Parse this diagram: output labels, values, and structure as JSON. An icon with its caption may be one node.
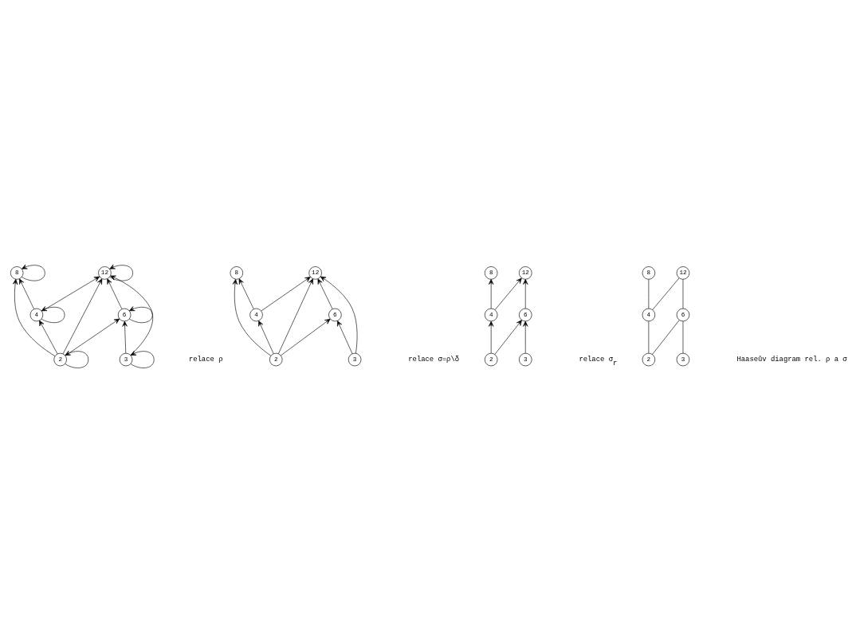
{
  "diagram": {
    "nodes": [
      {
        "text": [
          "8"
        ]
      },
      {
        "text": [
          "12"
        ]
      },
      {
        "text": [
          "4"
        ]
      },
      {
        "text": [
          "6"
        ]
      },
      {
        "text": [
          "2"
        ]
      },
      {
        "text": [
          "3"
        ]
      },
      {
        "text": [
          "8"
        ]
      },
      {
        "text": [
          "12"
        ]
      },
      {
        "text": [
          "4"
        ]
      },
      {
        "text": [
          "6"
        ]
      },
      {
        "text": [
          "2"
        ]
      },
      {
        "text": [
          "3"
        ]
      },
      {
        "text": [
          "8"
        ]
      },
      {
        "text": [
          "12"
        ]
      },
      {
        "text": [
          "4"
        ]
      },
      {
        "text": [
          "6"
        ]
      },
      {
        "text": [
          "2"
        ]
      },
      {
        "text": [
          "3"
        ]
      },
      {
        "text": [
          "8"
        ]
      },
      {
        "text": [
          "12"
        ]
      },
      {
        "text": [
          "4"
        ]
      },
      {
        "text": [
          "6"
        ]
      },
      {
        "text": [
          "2"
        ]
      },
      {
        "text": [
          "3"
        ]
      }
    ],
    "edges": [
      {
        "from": 0,
        "to": 0,
        "arrow": "to"
      },
      {
        "from": 1,
        "to": 1,
        "arrow": "to"
      },
      {
        "from": 2,
        "to": 2,
        "arrow": "to"
      },
      {
        "from": 3,
        "to": 3,
        "arrow": "to"
      },
      {
        "from": 4,
        "to": 4,
        "arrow": "to"
      },
      {
        "from": 5,
        "to": 5,
        "arrow": "to"
      },
      {
        "from": 2,
        "to": 0,
        "arrow": "to"
      },
      {
        "from": 4,
        "to": 2,
        "arrow": "to"
      },
      {
        "from": 2,
        "to": 1,
        "arrow": "to"
      },
      {
        "from": 4,
        "to": 1,
        "arrow": "to"
      },
      {
        "from": 4,
        "to": 3,
        "arrow": "to"
      },
      {
        "from": 3,
        "to": 1,
        "arrow": "to"
      },
      {
        "from": 5,
        "to": 3,
        "arrow": "to"
      },
      {
        "from": 4,
        "to": 0,
        "arrow": "to"
      },
      {
        "from": 5,
        "to": 1,
        "arrow": "to"
      },
      {
        "from": 8,
        "to": 6,
        "arrow": "to"
      },
      {
        "from": 10,
        "to": 8,
        "arrow": "to"
      },
      {
        "from": 8,
        "to": 7,
        "arrow": "to"
      },
      {
        "from": 10,
        "to": 7,
        "arrow": "to"
      },
      {
        "from": 10,
        "to": 9,
        "arrow": "to"
      },
      {
        "from": 9,
        "to": 7,
        "arrow": "to"
      },
      {
        "from": 11,
        "to": 9,
        "arrow": "to"
      },
      {
        "from": 10,
        "to": 6,
        "arrow": "to"
      },
      {
        "from": 11,
        "to": 7,
        "arrow": "to"
      },
      {
        "from": 14,
        "to": 12,
        "arrow": "to"
      },
      {
        "from": 16,
        "to": 14,
        "arrow": "to"
      },
      {
        "from": 14,
        "to": 13,
        "arrow": "to"
      },
      {
        "from": 16,
        "to": 15,
        "arrow": "to"
      },
      {
        "from": 15,
        "to": 13,
        "arrow": "to"
      },
      {
        "from": 17,
        "to": 15,
        "arrow": "to"
      },
      {
        "from": 20,
        "to": 18,
        "arrow": "none"
      },
      {
        "from": 22,
        "to": 20,
        "arrow": "none"
      },
      {
        "from": 20,
        "to": 19,
        "arrow": "none"
      },
      {
        "from": 22,
        "to": 21,
        "arrow": "none"
      },
      {
        "from": 21,
        "to": 19,
        "arrow": "none"
      },
      {
        "from": 23,
        "to": 21,
        "arrow": "none"
      }
    ],
    "labels": [
      "relace ρ",
      "relace σ=ρ\\δ",
      "relace σ$_{r}$",
      "Haaseův diagram rel. ρ a σ"
    ]
  }
}
